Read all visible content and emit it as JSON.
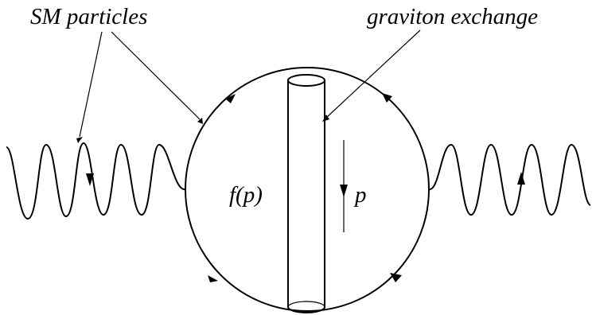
{
  "labels": {
    "sm_particles": "SM particles",
    "graviton_exchange": "graviton exchange",
    "function_label": "f(p)",
    "momentum_label": "p"
  },
  "colors": {
    "line": "#000000",
    "background": "#ffffff"
  }
}
